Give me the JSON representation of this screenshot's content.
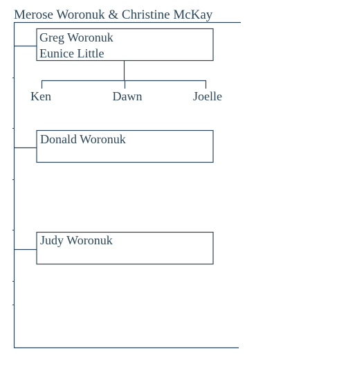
{
  "colors": {
    "ink": "#2c4658",
    "background": "#ffffff"
  },
  "root_couple": "Merose Woronuk & Christine McKay",
  "children": [
    {
      "names": [
        "Greg Woronuk",
        "Eunice Little"
      ],
      "children": [
        "Ken",
        "Dawn",
        "Joelle"
      ]
    },
    {
      "names": [
        "Donald Woronuk"
      ]
    },
    {
      "names": [
        "Judy Woronuk"
      ]
    }
  ]
}
